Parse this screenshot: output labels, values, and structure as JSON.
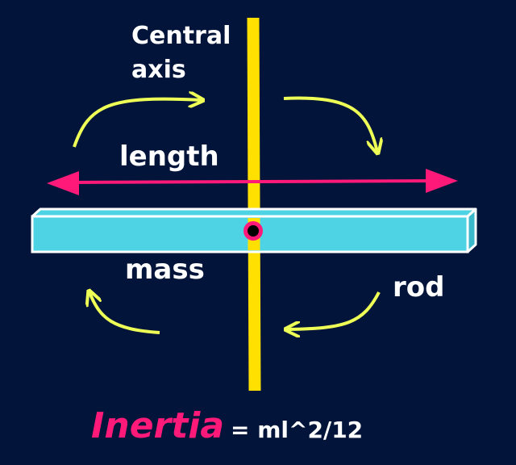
{
  "labels": {
    "axis_line1": "Central",
    "axis_line2": "axis",
    "length": "length",
    "mass": "mass",
    "rod": "rod"
  },
  "formula": {
    "word": "Inertia",
    "expression": "= ml^2/12"
  },
  "colors": {
    "background": "#02143a",
    "axis": "#ffe000",
    "length_arrow": "#ff1a7a",
    "rod": "#4dd3e3",
    "rotation_arrows": "#eeff55",
    "text": "#ffffff",
    "formula_word": "#ff1a7a"
  }
}
